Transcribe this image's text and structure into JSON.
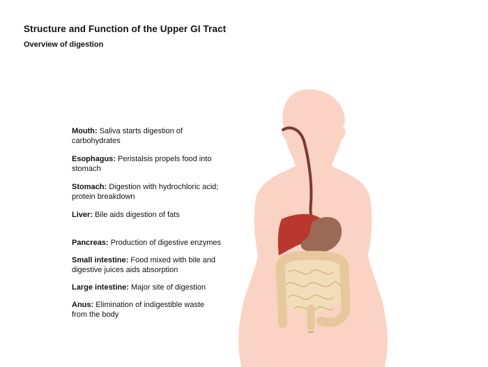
{
  "title": "Structure and Function of the Upper GI Tract",
  "subtitle": "Overview of digestion",
  "labels": [
    {
      "term": "Mouth:",
      "text": "Saliva starts digestion of carbohydrates"
    },
    {
      "term": "Esophagus:",
      "text": "Peristalsis propels food into stomach"
    },
    {
      "term": "Stomach:",
      "text": "Digestion with hydrochloric acid; protein breakdown"
    },
    {
      "term": "Liver:",
      "text": "Bile aids digestion of fats"
    },
    {
      "term": "Pancreas:",
      "text": "Production of digestive enzymes"
    },
    {
      "term": "Small intestine:",
      "text": "Food mixed with bile and digestive juices aids absorption"
    },
    {
      "term": "Large intestine:",
      "text": "Major site of digestion"
    },
    {
      "term": "Anus:",
      "text": "Elimination of indigestible waste from the body"
    }
  ],
  "colors": {
    "body": "#fbd3c5",
    "esophagus": "#7a3b32",
    "liver": "#b9372d",
    "stomach": "#9a6a57",
    "large_intestine": "#e7c89c",
    "small_intestine": "#f1ddb9"
  }
}
